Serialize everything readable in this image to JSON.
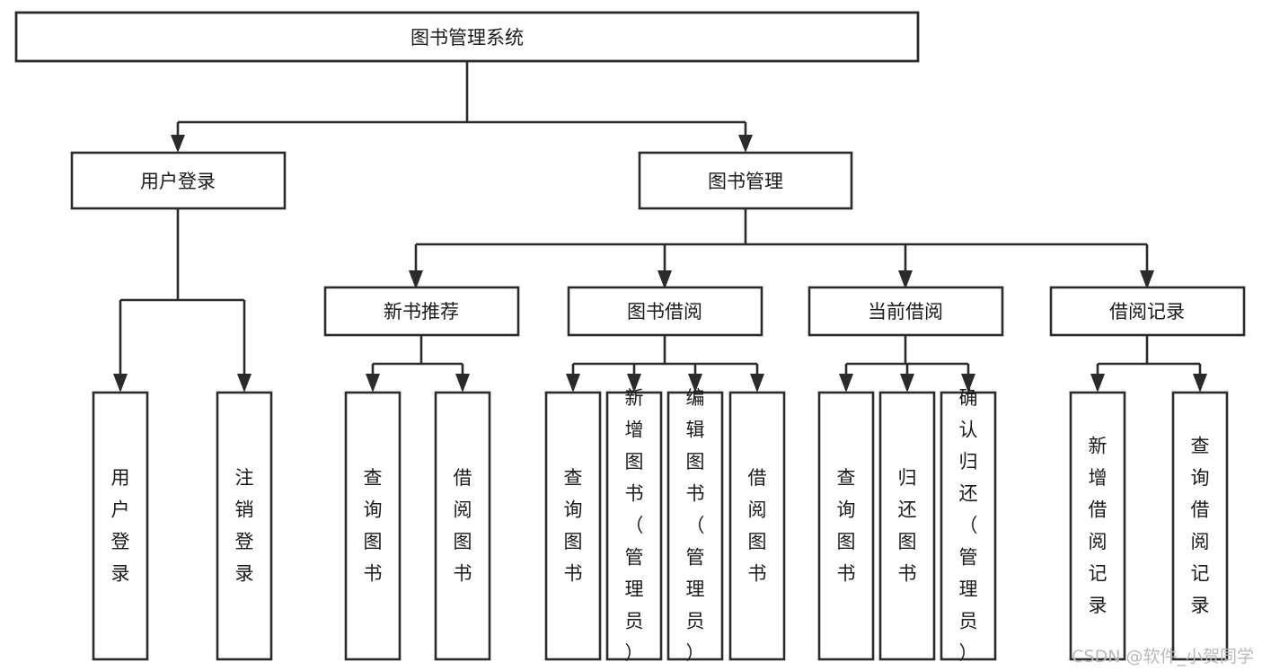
{
  "diagram": {
    "title": "图书管理系统",
    "type": "tree",
    "orientation": "top-down",
    "colors": {
      "box_fill": "#ffffff",
      "box_stroke": "#2b2b2b",
      "text": "#1a1a1a",
      "watermark": "#b9b9b9",
      "background": "#ffffff"
    },
    "levels": {
      "root": {
        "label": "图书管理系统"
      },
      "level2": [
        {
          "label": "用户登录"
        },
        {
          "label": "图书管理"
        }
      ],
      "level3": [
        {
          "label": "新书推荐"
        },
        {
          "label": "图书借阅"
        },
        {
          "label": "当前借阅"
        },
        {
          "label": "借阅记录"
        }
      ]
    },
    "leaves": {
      "user_login": [
        {
          "label": "用户登录"
        },
        {
          "label": "注销登录"
        }
      ],
      "new_book_recommend": [
        {
          "label": "查询图书"
        },
        {
          "label": "借阅图书"
        }
      ],
      "book_borrow": [
        {
          "label": "查询图书"
        },
        {
          "label": "新增图书（管理员）"
        },
        {
          "label": "编辑图书（管理员）"
        },
        {
          "label": "借阅图书"
        }
      ],
      "current_borrow": [
        {
          "label": "查询图书"
        },
        {
          "label": "归还图书"
        },
        {
          "label": "确认归还（管理员）"
        }
      ],
      "borrow_record": [
        {
          "label": "新增借阅记录"
        },
        {
          "label": "查询借阅记录"
        }
      ]
    }
  },
  "watermark": {
    "text": "CSDN @软件_小贺同学"
  }
}
